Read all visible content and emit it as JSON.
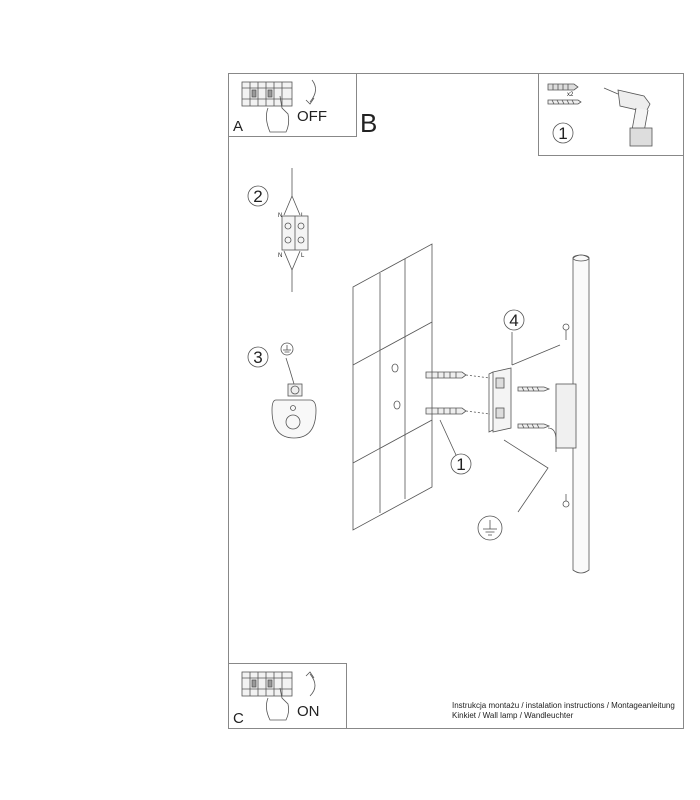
{
  "panel_a": {
    "letter": "A",
    "state": "OFF"
  },
  "panel_b": {
    "letter": "B"
  },
  "panel_c": {
    "letter": "C",
    "state": "ON"
  },
  "tools": {
    "step": "1",
    "quantity": "x2"
  },
  "steps": {
    "wiring": "2",
    "ground": "3",
    "bracket": "4",
    "anchors": "1"
  },
  "wiring": {
    "neutral": "N",
    "live": "L"
  },
  "footer": {
    "line1": "Instrukcja montażu / instalation instructions / Montageanleitung",
    "line2": "Kinkiet / Wall lamp / Wandleuchter"
  }
}
